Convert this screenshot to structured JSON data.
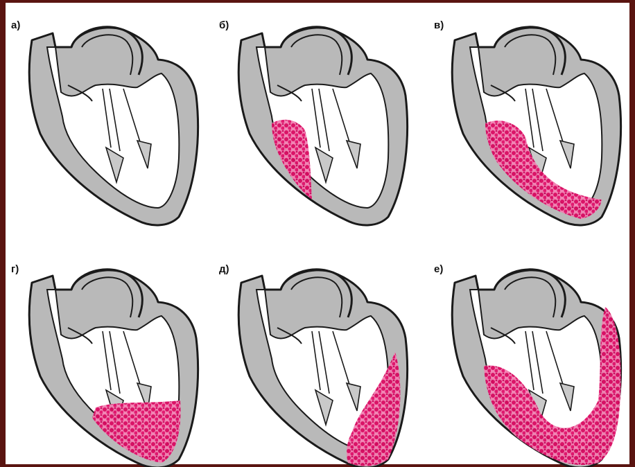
{
  "panels": [
    {
      "id": "a",
      "label": "а)",
      "fill": "none"
    },
    {
      "id": "b",
      "label": "б)",
      "fill": "septum"
    },
    {
      "id": "v",
      "label": "в)",
      "fill": "septum-apex"
    },
    {
      "id": "g",
      "label": "г)",
      "fill": "apex"
    },
    {
      "id": "d",
      "label": "д)",
      "fill": "apex-free-wall"
    },
    {
      "id": "e",
      "label": "е)",
      "fill": "full"
    }
  ],
  "colors": {
    "frame": "#5a1410",
    "myocardium": "#b4b4b4",
    "outline": "#1a1a1a",
    "excitation": "#e0106a",
    "background": "#ffffff"
  }
}
